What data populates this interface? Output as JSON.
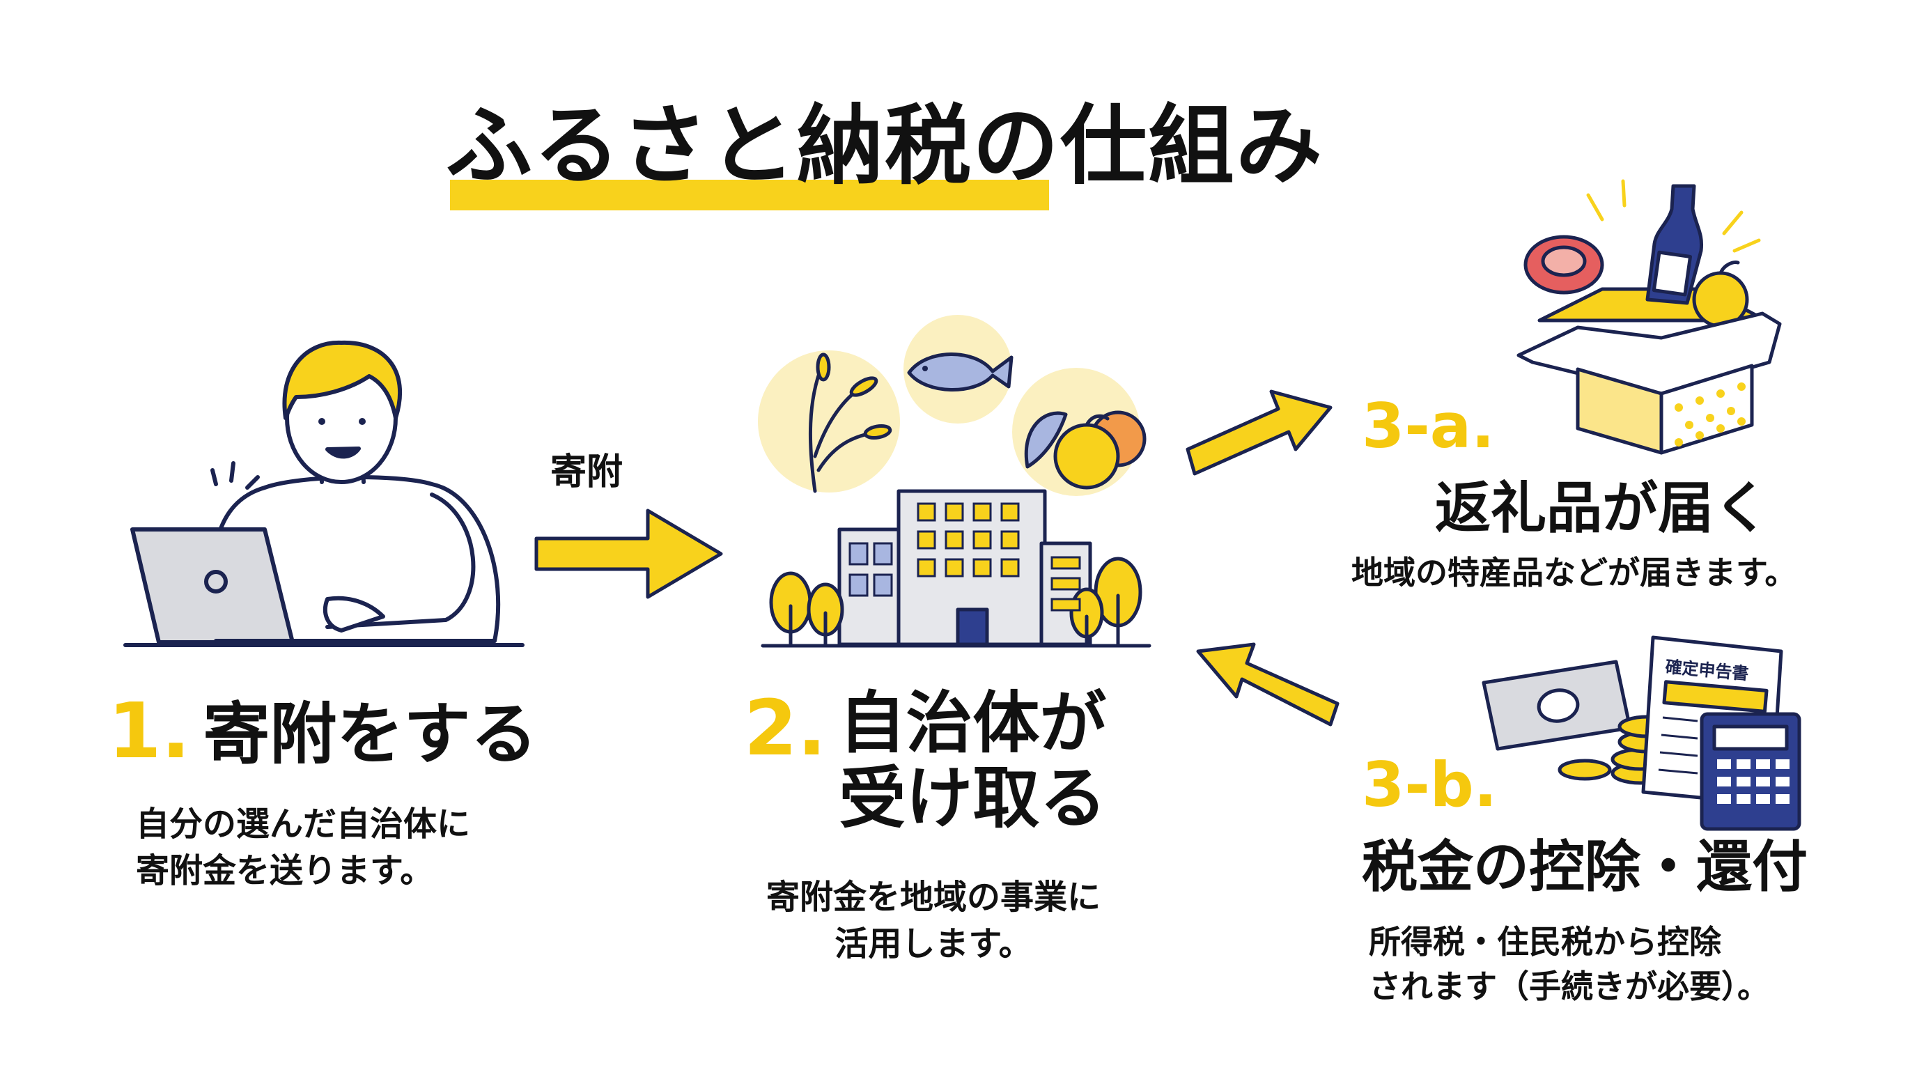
{
  "title": "ふるさと納税の仕組み",
  "arrow_label": "寄附",
  "steps": [
    {
      "num": "1.",
      "title": "寄附をする",
      "desc_lines": [
        "自分の選んだ自治体に",
        "寄附金を送ります。"
      ]
    },
    {
      "num": "2.",
      "title_lines": [
        "自治体が",
        "受け取る"
      ],
      "desc_lines": [
        "寄附金を地域の事業に",
        "活用します。"
      ]
    },
    {
      "num": "3-a.",
      "title": "返礼品が届く",
      "desc_lines": [
        "地域の特産品などが届きます。"
      ]
    },
    {
      "num": "3-b.",
      "title": "税金の控除・還付",
      "desc_lines": [
        "所得税・住民税から控除",
        "されます（手続きが必要）。"
      ]
    }
  ],
  "tax_form_label": "確定申告書",
  "colors": {
    "accent": "#F8D21C",
    "accent_text": "#F5C80E",
    "navy": "#1B2350",
    "blue": "#2E3F8F",
    "light_yellow": "#FBF0C0"
  }
}
